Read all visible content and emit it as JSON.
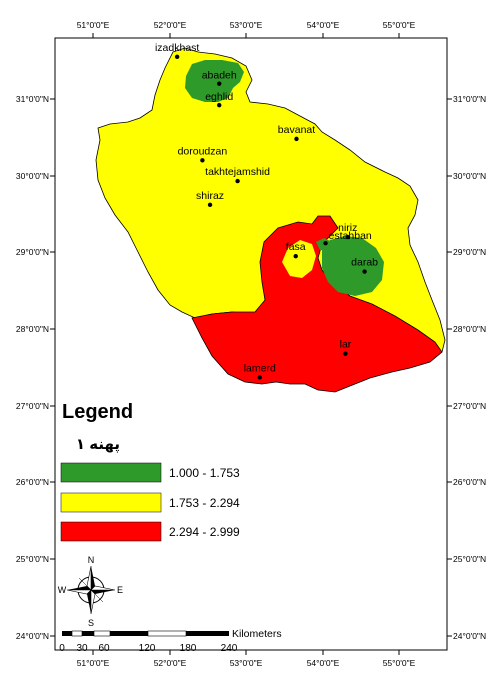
{
  "axes": {
    "top_labels": [
      "51°0'0\"E",
      "52°0'0\"E",
      "53°0'0\"E",
      "54°0'0\"E",
      "55°0'0\"E"
    ],
    "bottom_labels": [
      "51°0'0\"E",
      "52°0'0\"E",
      "53°0'0\"E",
      "54°0'0\"E",
      "55°0'0\"E"
    ],
    "left_labels": [
      "31°0'0\"N",
      "30°0'0\"N",
      "29°0'0\"N",
      "28°0'0\"N",
      "27°0'0\"N",
      "26°0'0\"N",
      "25°0'0\"N",
      "24°0'0\"N"
    ],
    "right_labels": [
      "31°0'0\"N",
      "30°0'0\"N",
      "29°0'0\"N",
      "28°0'0\"N",
      "27°0'0\"N",
      "26°0'0\"N",
      "25°0'0\"N",
      "24°0'0\"N"
    ]
  },
  "cities": [
    {
      "name": "izadkhast",
      "lon": 52.1,
      "lat": 31.55
    },
    {
      "name": "abadeh",
      "lon": 52.65,
      "lat": 31.2
    },
    {
      "name": "eghlid",
      "lon": 52.65,
      "lat": 30.92
    },
    {
      "name": "bavanat",
      "lon": 53.66,
      "lat": 30.48
    },
    {
      "name": "doroudzan",
      "lon": 52.43,
      "lat": 30.2
    },
    {
      "name": "takhtejamshid",
      "lon": 52.89,
      "lat": 29.93
    },
    {
      "name": "shiraz",
      "lon": 52.53,
      "lat": 29.62
    },
    {
      "name": "niriz",
      "lon": 54.33,
      "lat": 29.2
    },
    {
      "name": "fasa",
      "lon": 53.65,
      "lat": 28.95
    },
    {
      "name": "estahban",
      "lon": 54.04,
      "lat": 29.12
    },
    {
      "name": "darab",
      "lon": 54.55,
      "lat": 28.75
    },
    {
      "name": "lar",
      "lon": 54.3,
      "lat": 27.68
    },
    {
      "name": "lamerd",
      "lon": 53.18,
      "lat": 27.37
    }
  ],
  "legend": {
    "title": "Legend",
    "subtitle": "پهنه ۱",
    "classes": [
      {
        "label": "1.000 - 1.753",
        "color": "#2e9a2a"
      },
      {
        "label": "1.753 - 2.294",
        "color": "#ffff00"
      },
      {
        "label": "2.294 - 2.999",
        "color": "#ff0000"
      }
    ]
  },
  "north_arrow": {
    "n": "N",
    "s": "S",
    "e": "E",
    "w": "W"
  },
  "scale_bar": {
    "unit": "Kilometers",
    "ticks": [
      "0",
      "30",
      "60",
      "120",
      "180",
      "240"
    ]
  },
  "colors": {
    "green": "#2e9a2a",
    "yellow": "#ffff00",
    "red": "#ff0000",
    "frame": "#000000"
  }
}
